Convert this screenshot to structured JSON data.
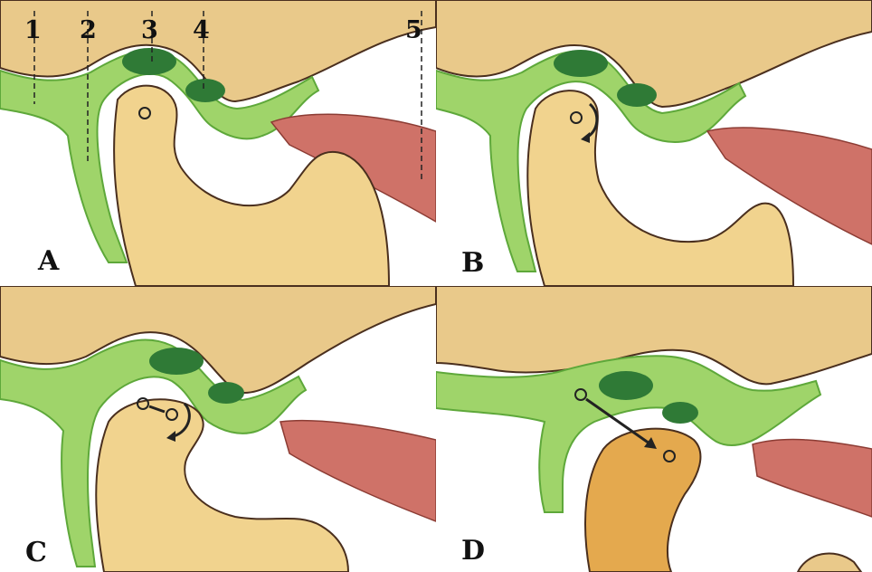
{
  "panels": [
    {
      "label": "A"
    },
    {
      "label": "B"
    },
    {
      "label": "C"
    },
    {
      "label": "D"
    }
  ],
  "callouts": [
    "1",
    "2",
    "3",
    "4",
    "5"
  ],
  "colors": {
    "bone": "#e9c98a",
    "bone_shade": "#c99a5c",
    "condyle": "#f1d38e",
    "condyle_shifted": "#e4a94e",
    "ligament": "#9fd46a",
    "ligament_dark": "#5ea83a",
    "disc": "#2f7a36",
    "muscle": "#cf7268",
    "outline": "#4a2f1e"
  },
  "icons": [
    "rotation-arrow-icon",
    "translation-arrow-icon",
    "axis-circle-icon"
  ]
}
